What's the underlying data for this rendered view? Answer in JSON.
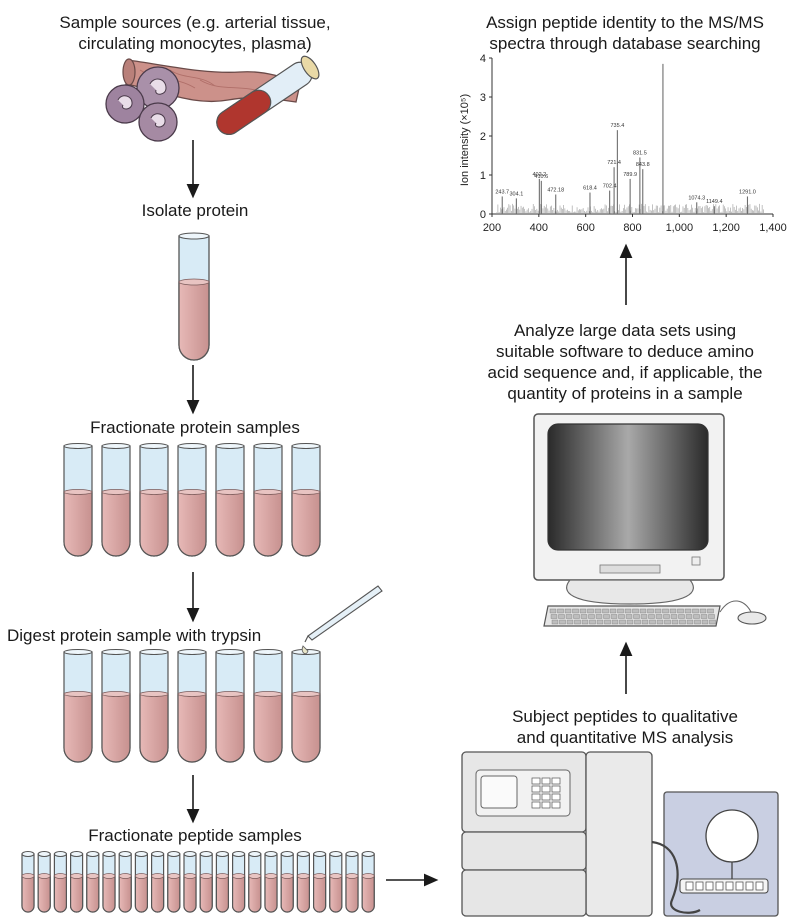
{
  "labels": {
    "sample_sources": "Sample sources (e.g. arterial tissue,\ncirculating monocytes, plasma)",
    "isolate_protein": "Isolate protein",
    "fractionate_protein": "Fractionate protein samples",
    "digest": "Digest protein sample with trypsin",
    "fractionate_peptide": "Fractionate peptide samples",
    "ms_analysis": "Subject peptides to qualitative\nand quantitative MS analysis",
    "analyze": "Analyze large data sets using\nsuitable software to deduce amino\nacid sequence and, if applicable, the\nquantity of proteins in a sample",
    "assign": "Assign peptide identity to the MS/MS\nspectra through database searching"
  },
  "colors": {
    "tube_liquid": "#d7a7a5",
    "tube_glass": "#cfe4f2",
    "outline": "#5a5a5a",
    "tissue": "#c98d86",
    "cell": "#a58aa3",
    "arrow": "#1a1a1a"
  },
  "chart_data": {
    "type": "bar",
    "title": "",
    "xlabel": "",
    "ylabel": "Ion intensity (×10⁵)",
    "xlim": [
      200,
      1400
    ],
    "ylim": [
      0,
      4
    ],
    "x_ticks": [
      "200",
      "400",
      "600",
      "800",
      "1,000",
      "1,200",
      "1,400"
    ],
    "y_ticks": [
      "0",
      "1",
      "2",
      "3",
      "4"
    ],
    "peaks": [
      {
        "x": 243.7,
        "y": 0.45,
        "label": "243.7"
      },
      {
        "x": 304.1,
        "y": 0.4,
        "label": "304.1"
      },
      {
        "x": 402.2,
        "y": 0.9,
        "label": "402.2"
      },
      {
        "x": 410.6,
        "y": 0.85,
        "label": "410.6"
      },
      {
        "x": 472.18,
        "y": 0.5,
        "label": "472.18"
      },
      {
        "x": 618.4,
        "y": 0.55,
        "label": "618.4"
      },
      {
        "x": 702.4,
        "y": 0.6,
        "label": "702.4"
      },
      {
        "x": 721.4,
        "y": 1.2,
        "label": "721.4"
      },
      {
        "x": 735.4,
        "y": 2.15,
        "label": "735.4"
      },
      {
        "x": 789.9,
        "y": 0.9,
        "label": "789.9"
      },
      {
        "x": 831.5,
        "y": 1.45,
        "label": "831.5"
      },
      {
        "x": 843.8,
        "y": 1.15,
        "label": "843.8"
      },
      {
        "x": 930,
        "y": 3.85,
        "label": ""
      },
      {
        "x": 1074.3,
        "y": 0.3,
        "label": "1074.3"
      },
      {
        "x": 1149.4,
        "y": 0.2,
        "label": "1149.4"
      },
      {
        "x": 1291.0,
        "y": 0.45,
        "label": "1291.0"
      }
    ]
  }
}
